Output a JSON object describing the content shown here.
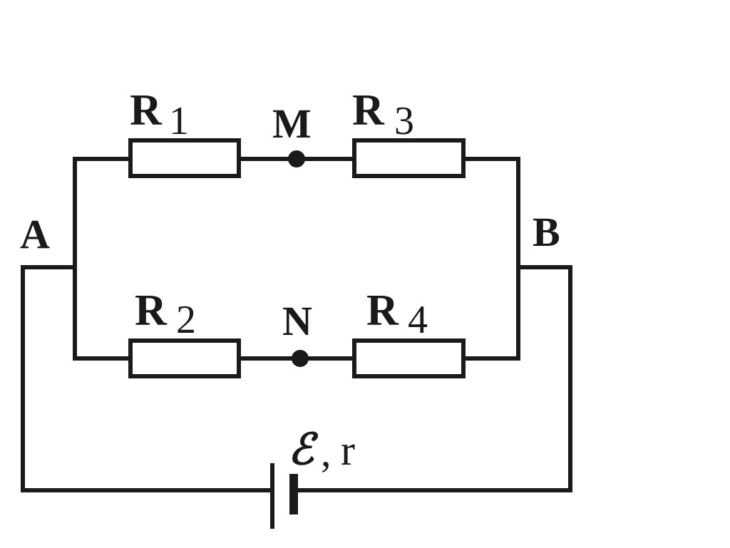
{
  "labels": {
    "node_a": "A",
    "node_b": "B",
    "node_m": "M",
    "node_n": "N",
    "r1_letter": "R",
    "r1_sub": "1",
    "r2_letter": "R",
    "r2_sub": "2",
    "r3_letter": "R",
    "r3_sub": "3",
    "r4_letter": "R",
    "r4_sub": "4",
    "emf_symbol": "ℰ",
    "emf_separator": ",",
    "internal_resistance": "r"
  }
}
